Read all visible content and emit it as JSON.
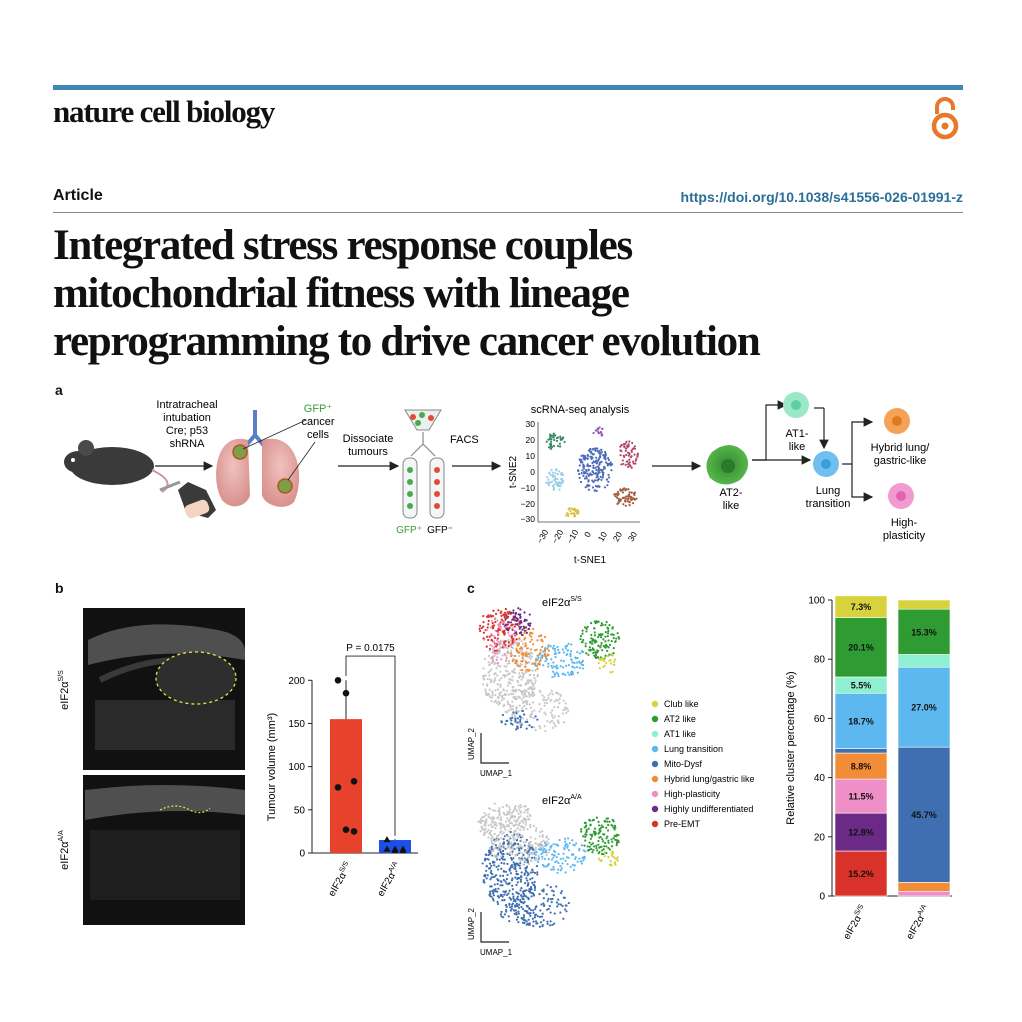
{
  "header": {
    "journal": "nature cell biology",
    "article_type": "Article",
    "doi": "https://doi.org/10.1038/s41556-026-01991-z",
    "title_lines": [
      "Integrated stress response couples",
      "mitochondrial fitness with lineage",
      "reprogramming to drive cancer evolution"
    ]
  },
  "panel_a": {
    "letter": "a",
    "intubation": [
      "Intratracheal",
      "intubation",
      "Cre; p53",
      "shRNA"
    ],
    "gfp_cells": [
      "GFP⁺",
      "cancer",
      "cells"
    ],
    "dissociate": [
      "Dissociate",
      "tumours"
    ],
    "facs": "FACS",
    "gfp_pos": "GFP⁺",
    "gfp_neg": "GFP⁻",
    "scrna_title": "scRNA-seq analysis",
    "tsne_x": "t-SNE1",
    "tsne_y": "t-SNE2",
    "tsne_ticks": [
      "30",
      "20",
      "10",
      "0",
      "−10",
      "−20",
      "−30"
    ],
    "tsne_xticks": [
      "−30",
      "−20",
      "−10",
      "0",
      "10",
      "20",
      "30"
    ],
    "at2": [
      "AT2-",
      "like"
    ],
    "at1": [
      "AT1-",
      "like"
    ],
    "lung_transition": [
      "Lung",
      "transition"
    ],
    "hybrid": [
      "Hybrid lung/",
      "gastric-like"
    ],
    "high_plasticity": [
      "High-",
      "plasticity"
    ]
  },
  "panel_b": {
    "letter": "b",
    "us_label_top": "eIF2α",
    "us_sup_top": "S/S",
    "us_label_bottom": "eIF2α",
    "us_sup_bottom": "A/A",
    "pvalue": "P = 0.0175",
    "ylabel": "Tumour volume (mm³)",
    "yticks": [
      "0",
      "50",
      "100",
      "150",
      "200"
    ]
  },
  "panel_c": {
    "letter": "c",
    "umap_top_title": "eIF2α",
    "umap_top_sup": "S/S",
    "umap_bottom_title": "eIF2α",
    "umap_bottom_sup": "A/A",
    "umap_x": "UMAP_1",
    "umap_y": "UMAP_2",
    "legend": [
      {
        "label": "Club like",
        "color": "#d8d23c"
      },
      {
        "label": "AT2 like",
        "color": "#2e9b33"
      },
      {
        "label": "AT1 like",
        "color": "#8ef0d0"
      },
      {
        "label": "Lung transition",
        "color": "#5db8f0"
      },
      {
        "label": "Mito-Dysf",
        "color": "#3f6fb0"
      },
      {
        "label": "Hybrid lung/gastric like",
        "color": "#f28c36"
      },
      {
        "label": "High-plasticity",
        "color": "#ee8fc7"
      },
      {
        "label": "Highly undifferentiated",
        "color": "#6a2a86"
      },
      {
        "label": "Pre-EMT",
        "color": "#d8322a"
      }
    ],
    "stack_ylabel": "Relative cluster percentage (%)",
    "stack_yticks": [
      "0",
      "20",
      "40",
      "60",
      "80",
      "100"
    ]
  },
  "chart_data": [
    {
      "type": "bar",
      "categories": [
        "eIF2α S/S",
        "eIF2α A/A"
      ],
      "values": [
        155,
        15
      ],
      "points": [
        [
          200,
          185,
          83,
          76,
          27,
          25
        ],
        [
          16,
          5,
          5,
          5,
          3,
          3
        ]
      ],
      "colors": [
        "#e8412c",
        "#1d4fe6"
      ],
      "ylabel": "Tumour volume (mm³)",
      "ylim": [
        0,
        220
      ],
      "yticks": [
        0,
        50,
        100,
        150,
        200
      ],
      "annotation": "P = 0.0175"
    },
    {
      "type": "bar",
      "stacked": true,
      "categories": [
        "eIF2α S/S",
        "eIF2α A/A"
      ],
      "ylabel": "Relative cluster percentage (%)",
      "ylim": [
        0,
        100
      ],
      "series": [
        {
          "name": "Pre-EMT",
          "color": "#d8322a",
          "values": [
            15.2,
            0
          ],
          "labels": [
            "15.2%",
            ""
          ]
        },
        {
          "name": "Highly undifferentiated",
          "color": "#6a2a86",
          "values": [
            12.8,
            0
          ],
          "labels": [
            "12.8%",
            ""
          ]
        },
        {
          "name": "High-plasticity",
          "color": "#ee8fc7",
          "values": [
            11.5,
            1.6
          ],
          "labels": [
            "11.5%",
            ""
          ]
        },
        {
          "name": "Hybrid lung/gastric like",
          "color": "#f28c36",
          "values": [
            8.8,
            3.0
          ],
          "labels": [
            "8.8%",
            ""
          ]
        },
        {
          "name": "Mito-Dysf",
          "color": "#3f6fb0",
          "values": [
            1.5,
            45.7
          ],
          "labels": [
            "",
            "45.7%"
          ]
        },
        {
          "name": "Lung transition",
          "color": "#5db8f0",
          "values": [
            18.7,
            27.0
          ],
          "labels": [
            "18.7%",
            "27.0%"
          ]
        },
        {
          "name": "AT1 like",
          "color": "#8ef0d0",
          "values": [
            5.5,
            4.3
          ],
          "labels": [
            "5.5%",
            ""
          ]
        },
        {
          "name": "AT2 like",
          "color": "#2e9b33",
          "values": [
            20.1,
            15.3
          ],
          "labels": [
            "20.1%",
            "15.3%"
          ]
        },
        {
          "name": "Club like",
          "color": "#d8d23c",
          "values": [
            7.3,
            3.1
          ],
          "labels": [
            "7.3%",
            ""
          ]
        }
      ]
    }
  ]
}
